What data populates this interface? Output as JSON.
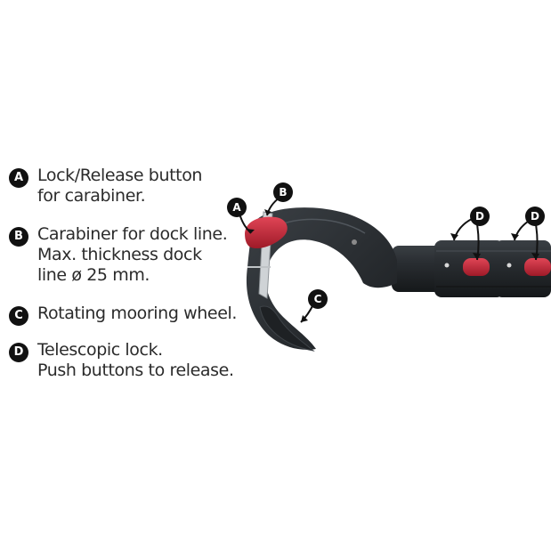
{
  "legend": [
    {
      "letter": "A",
      "lines": [
        "Lock/Release button",
        "for carabiner."
      ]
    },
    {
      "letter": "B",
      "lines": [
        "Carabiner for dock line.",
        "Max. thickness dock",
        "line ø 25 mm."
      ]
    },
    {
      "letter": "C",
      "lines": [
        "Rotating mooring wheel."
      ]
    },
    {
      "letter": "D",
      "lines": [
        "Telescopic lock.",
        "Push buttons to release."
      ]
    }
  ],
  "callouts": {
    "a": "A",
    "b": "B",
    "c": "C",
    "d1": "D",
    "d2": "D"
  },
  "colors": {
    "tool_body": "#262a2e",
    "tool_highlight": "#3a3f44",
    "button_red": "#c8283a",
    "text": "#2b2b2b",
    "badge": "#111111"
  }
}
